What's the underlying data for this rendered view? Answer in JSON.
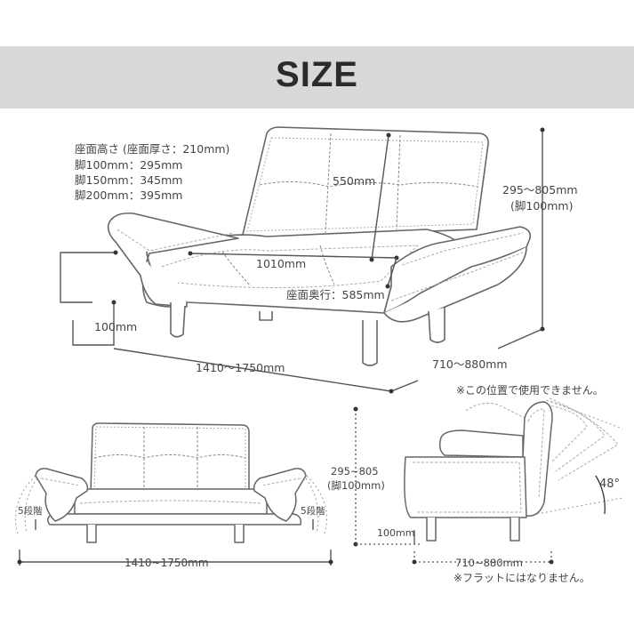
{
  "title": "SIZE",
  "main_view": {
    "seat_height_heading": "座面高さ (座面厚さ：210mm)",
    "seat_heights": [
      "脚100mm：295mm",
      "脚150mm：345mm",
      "脚200mm：395mm"
    ],
    "back_height": "550mm",
    "seat_width": "1010mm",
    "seat_depth": "座面奥行：585mm",
    "leg_height": "100mm",
    "total_width": "1410〜1750mm",
    "total_depth": "710〜880mm",
    "total_height": "295〜805mm",
    "total_height_note": "(脚100mm)"
  },
  "front_view": {
    "left_steps": "5段階",
    "right_steps": "5段階",
    "total_width": "1410~1750mm"
  },
  "side_view": {
    "position_note": "※この位置で使用できません。",
    "recline_angle": "48°",
    "height": "295~805",
    "height_note": "(脚100mm)",
    "leg_height": "100mm",
    "depth": "710~880mm",
    "flat_note": "※フラットにはなりません。"
  }
}
